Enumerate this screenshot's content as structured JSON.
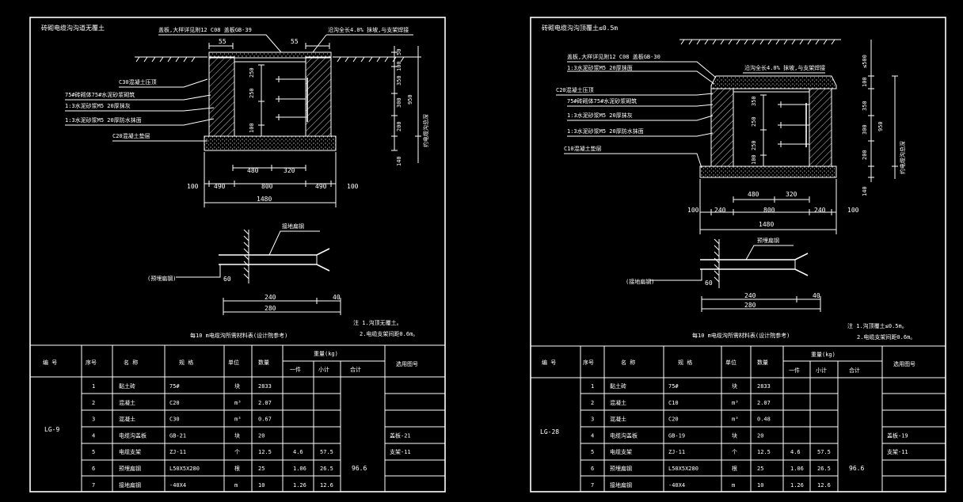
{
  "sheets": [
    {
      "id": "left",
      "title": "砖砌电缆沟沟道无覆土",
      "callouts": {
        "top_a": "盖板,大样详见附12 C08 盖板GB-39",
        "top_b": "沿沟全长4.0% 抹坡,与支架焊接",
        "c1": "C30混凝土压顶",
        "c2": "75#砖砌体75#水泥砂浆砌筑",
        "c3": "1:3水泥砂浆M5 20厚抹灰",
        "c4": "1:3水泥砂浆M5 20厚防水抹面",
        "c5": "C20混凝土垫层"
      },
      "dims": {
        "d55a": "55",
        "d55b": "55",
        "v50": "50",
        "v100": "100",
        "v350": "350",
        "v300": "300",
        "v950": "950",
        "v200": "200",
        "v140": "140",
        "v250a": "250",
        "v250b": "250",
        "v100b": "100",
        "h480": "480",
        "h320": "320",
        "h100a": "100",
        "h490a": "490",
        "h800": "800",
        "h490b": "490",
        "h100b": "100",
        "h1480": "1480",
        "vtotal": "约电缆沟总深"
      },
      "detail": {
        "label_a": "接地扁钢",
        "label_b": "(预埋扁钢)",
        "d60": "60",
        "d240": "240",
        "d40": "40",
        "d280": "280"
      },
      "note_caption": "每10  m电缆沟所需材料表(设计院参考)",
      "notes": [
        "注 1.沟顶无覆土。",
        "2.电缆支架间距0.6m。"
      ],
      "table": {
        "headers": [
          "编   号",
          "序号",
          "名   称",
          "规   格",
          "单位",
          "数量",
          "重量(kg)",
          "一件",
          "小计",
          "合计",
          "选用图号"
        ],
        "code": "LG-9",
        "total": "96.6",
        "rows": [
          [
            "1",
            "黏土砖",
            "75#",
            "块",
            "2833",
            "",
            "",
            ""
          ],
          [
            "2",
            "混凝土",
            "C20",
            "m³",
            "2.07",
            "",
            "",
            ""
          ],
          [
            "3",
            "混凝土",
            "C30",
            "m³",
            "0.67",
            "",
            "",
            ""
          ],
          [
            "4",
            "电缆沟盖板",
            "GB-21",
            "块",
            "20",
            "",
            "",
            "盖板-21"
          ],
          [
            "5",
            "电缆支架",
            "ZJ-11",
            "个",
            "12.5",
            "4.6",
            "57.5",
            "支架-11"
          ],
          [
            "6",
            "预埋扁钢",
            "L50X5X280",
            "根",
            "25",
            "1.06",
            "26.5",
            ""
          ],
          [
            "7",
            "接地扁钢",
            "-40X4",
            "m",
            "10",
            "1.26",
            "12.6",
            ""
          ]
        ]
      }
    },
    {
      "id": "right",
      "title": "砖砌电缆沟沟顶覆土≤0.5m",
      "callouts": {
        "top_a": "盖板,大样详见附12 C08 盖板GB-30",
        "top_b": "沿沟全长4.0% 抹坡,与支架焊接",
        "c0": "1:3水泥砂浆M5 20厚抹面",
        "c1": "C20混凝土压顶",
        "c2": "75#砖砌体75#水泥砂浆砌筑",
        "c3": "1:3水泥砂浆M5 20厚抹灰",
        "c4": "1:3水泥砂浆M5 20厚防水抹面",
        "c5": "C10混凝土垫层"
      },
      "dims": {
        "v500": "≤500",
        "v100": "100",
        "v350": "350",
        "v300": "300",
        "v950": "950",
        "v200": "200",
        "v140": "140",
        "v250a": "250",
        "v250b": "250",
        "v100b": "100",
        "h480": "480",
        "h320": "320",
        "h100a": "100",
        "h240a": "240",
        "h800": "800",
        "h240b": "240",
        "h100b": "100",
        "h1480": "1480",
        "vtotal": "约电缆沟总深"
      },
      "detail": {
        "label_a": "预埋扁钢",
        "label_b": "(接地扁钢)",
        "d60": "60",
        "d240": "240",
        "d40": "40",
        "d280": "280"
      },
      "note_caption": "每10  m电缆沟所需材料表(设计院参考)",
      "notes": [
        "注 1.沟顶覆土≤0.5m。",
        "2.电缆支架间距0.6m。"
      ],
      "table": {
        "headers": [
          "编   号",
          "序号",
          "名   称",
          "规   格",
          "单位",
          "数量",
          "重量(kg)",
          "一件",
          "小计",
          "合计",
          "选用图号"
        ],
        "code": "LG-28",
        "total": "96.6",
        "rows": [
          [
            "1",
            "黏土砖",
            "75#",
            "块",
            "2833",
            "",
            "",
            ""
          ],
          [
            "2",
            "混凝土",
            "C10",
            "m³",
            "2.07",
            "",
            "",
            ""
          ],
          [
            "3",
            "混凝土",
            "C20",
            "m³",
            "0.48",
            "",
            "",
            ""
          ],
          [
            "4",
            "电缆沟盖板",
            "GB-19",
            "块",
            "20",
            "",
            "",
            "盖板-19"
          ],
          [
            "5",
            "电缆支架",
            "ZJ-11",
            "个",
            "12.5",
            "4.6",
            "57.5",
            "支架-11"
          ],
          [
            "6",
            "预埋扁钢",
            "L50X5X280",
            "根",
            "25",
            "1.06",
            "26.5",
            ""
          ],
          [
            "7",
            "接地扁钢",
            "-40X4",
            "m",
            "10",
            "1.26",
            "12.6",
            ""
          ]
        ]
      }
    }
  ]
}
